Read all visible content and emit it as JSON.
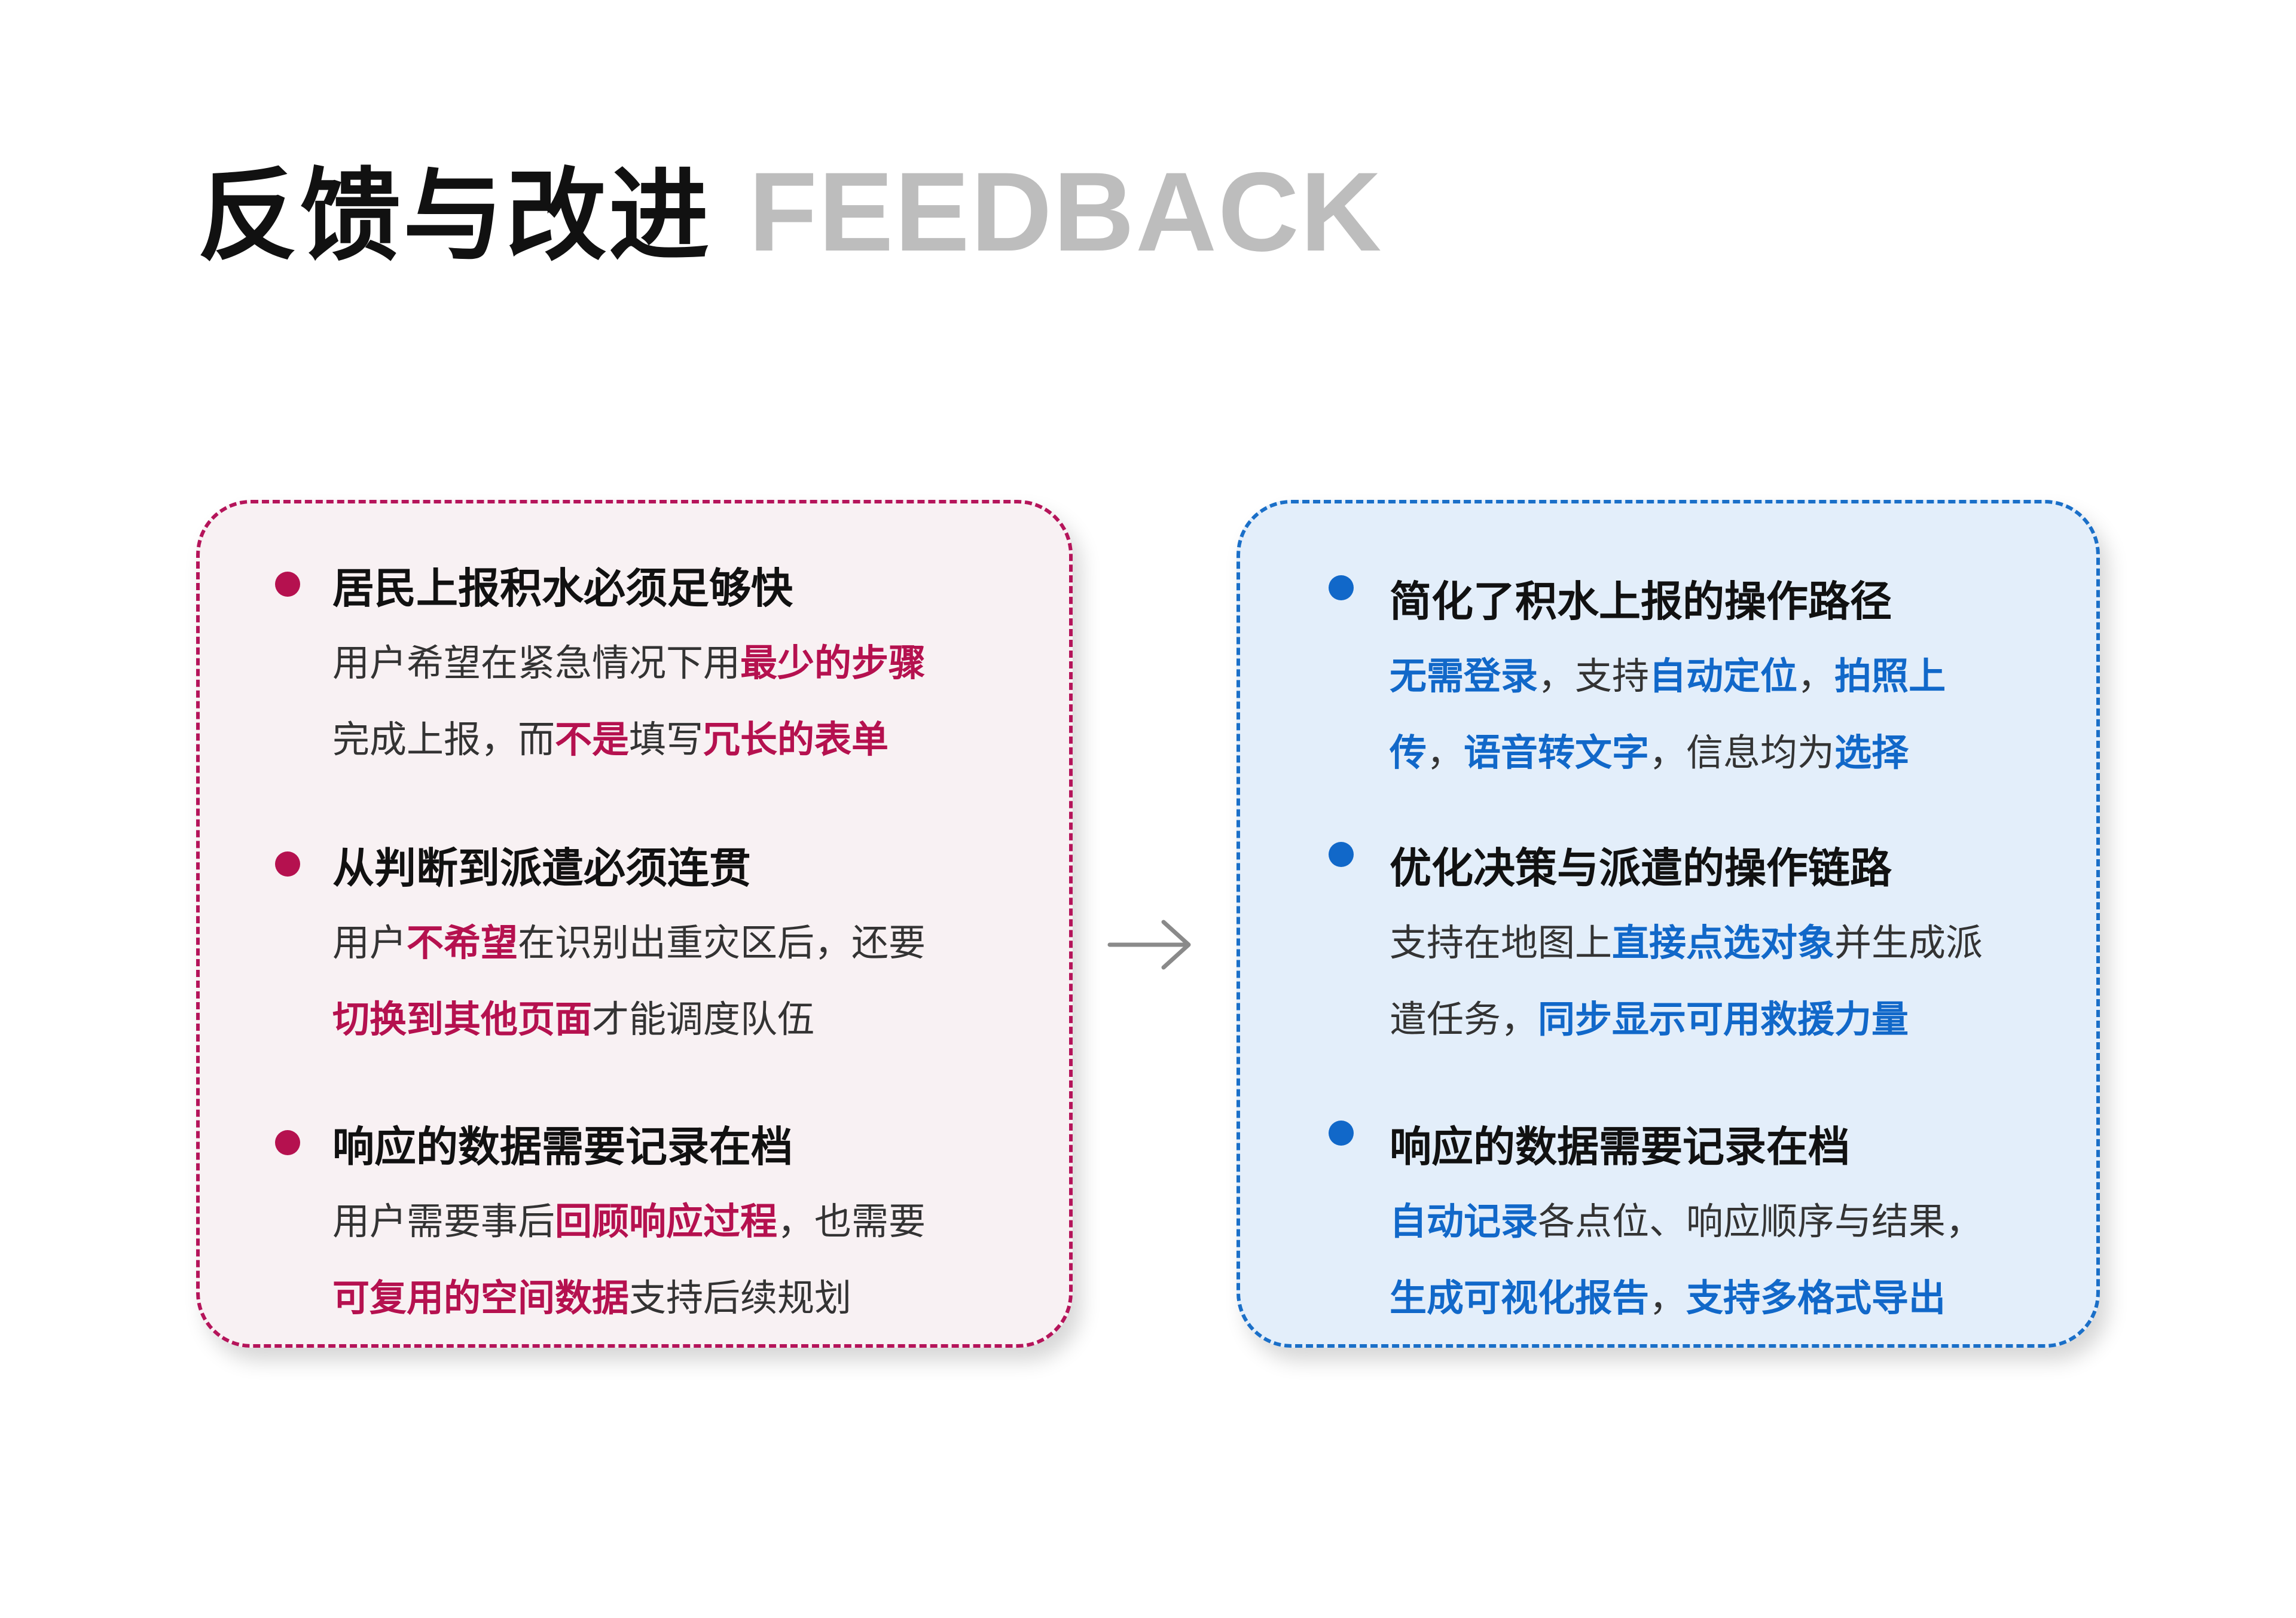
{
  "title": {
    "cn": "反馈与改进",
    "en": "FEEDBACK"
  },
  "left_card": [
    {
      "heading": "居民上报积水必须足够快",
      "lines": [
        [
          {
            "t": "用户希望在紧急情况下用"
          },
          {
            "t": "最少的步骤",
            "hl": true
          }
        ],
        [
          {
            "t": "完成上报，而"
          },
          {
            "t": "不是",
            "hl": true
          },
          {
            "t": "填写"
          },
          {
            "t": "冗长的表单",
            "hl": true
          }
        ]
      ]
    },
    {
      "heading": "从判断到派遣必须连贯",
      "lines": [
        [
          {
            "t": "用户"
          },
          {
            "t": "不希望",
            "hl": true
          },
          {
            "t": "在识别出重灾区后，还要"
          }
        ],
        [
          {
            "t": "切换到其他页面",
            "hl": true
          },
          {
            "t": "才能调度队伍"
          }
        ]
      ]
    },
    {
      "heading": "响应的数据需要记录在档",
      "lines": [
        [
          {
            "t": "用户需要事后"
          },
          {
            "t": "回顾响应过程",
            "hl": true
          },
          {
            "t": "，也需要"
          }
        ],
        [
          {
            "t": "可复用的空间数据",
            "hl": true
          },
          {
            "t": "支持后续规划"
          }
        ]
      ]
    }
  ],
  "right_card": [
    {
      "heading": "简化了积水上报的操作路径",
      "lines": [
        [
          {
            "t": "无需登录",
            "hl": true
          },
          {
            "t": "，支持"
          },
          {
            "t": "自动定位",
            "hl": true
          },
          {
            "t": "，"
          },
          {
            "t": "拍照上",
            "hl": true
          }
        ],
        [
          {
            "t": "传",
            "hl": true
          },
          {
            "t": "，"
          },
          {
            "t": "语音转文字",
            "hl": true
          },
          {
            "t": "，信息均为"
          },
          {
            "t": "选择",
            "hl": true
          }
        ]
      ]
    },
    {
      "heading": "优化决策与派遣的操作链路",
      "lines": [
        [
          {
            "t": "支持在地图上"
          },
          {
            "t": "直接点选对象",
            "hl": true
          },
          {
            "t": "并生成派"
          }
        ],
        [
          {
            "t": "遣任务，"
          },
          {
            "t": "同步显示可用救援力量",
            "hl": true
          }
        ]
      ]
    },
    {
      "heading": "响应的数据需要记录在档",
      "lines": [
        [
          {
            "t": "自动记录",
            "hl": true
          },
          {
            "t": "各点位、响应顺序与结果，"
          }
        ],
        [
          {
            "t": "生成可视化报告",
            "hl": true
          },
          {
            "t": "，"
          },
          {
            "t": "支持多格式导出",
            "hl": true
          }
        ]
      ]
    }
  ],
  "colors": {
    "accent_red": "#b5114f",
    "accent_blue": "#1168c9",
    "title_gray": "#bdbdbd"
  },
  "icons": {
    "arrow": "arrow-right-icon",
    "bullet": "bullet-dot-icon"
  }
}
